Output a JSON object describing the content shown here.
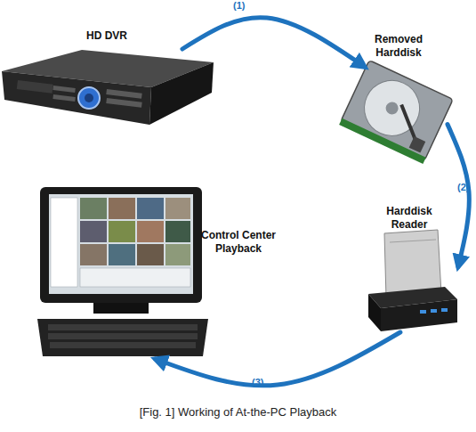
{
  "diagram": {
    "caption": "[Fig. 1] Working of At-the-PC Playback",
    "nodes": [
      {
        "text": [
          "HD DVR"
        ]
      },
      {
        "text": [
          "Removed Harddisk"
        ]
      },
      {
        "text": [
          "Harddisk Reader"
        ]
      },
      {
        "text": [
          "Control Center Playback"
        ]
      }
    ],
    "edges": [
      {
        "from": 0,
        "to": 1,
        "label": "(1)",
        "arrow": "to"
      },
      {
        "from": 1,
        "to": 2,
        "label": "(2)",
        "arrow": "to"
      },
      {
        "from": 2,
        "to": 3,
        "label": "(3)",
        "arrow": "to"
      }
    ]
  }
}
